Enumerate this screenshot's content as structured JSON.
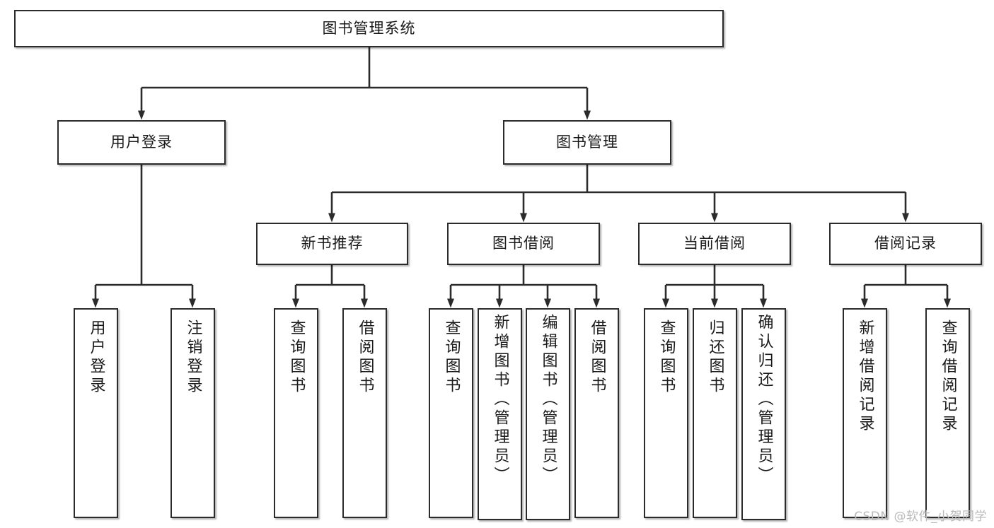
{
  "diagram": {
    "title": "图书管理系统",
    "type": "hierarchy-tree",
    "colors": {
      "box_border": "#2b2b2b",
      "box_fill": "#ffffff",
      "connector": "#2b2b2b",
      "background": "#ffffff",
      "watermark": "#b9b9b9"
    },
    "levels": {
      "root": {
        "label": "图书管理系统"
      },
      "level2": [
        {
          "label": "用户登录"
        },
        {
          "label": "图书管理"
        }
      ],
      "level3": [
        {
          "label": "新书推荐"
        },
        {
          "label": "图书借阅"
        },
        {
          "label": "当前借阅"
        },
        {
          "label": "借阅记录"
        }
      ],
      "leaves": [
        {
          "label": "用户登录",
          "parent": "用户登录"
        },
        {
          "label": "注销登录",
          "parent": "用户登录"
        },
        {
          "label": "查询图书",
          "parent": "新书推荐"
        },
        {
          "label": "借阅图书",
          "parent": "新书推荐"
        },
        {
          "label": "查询图书",
          "parent": "图书借阅"
        },
        {
          "label": "新增图书（管理员）",
          "parent": "图书借阅"
        },
        {
          "label": "编辑图书（管理员）",
          "parent": "图书借阅"
        },
        {
          "label": "借阅图书",
          "parent": "图书借阅"
        },
        {
          "label": "查询图书",
          "parent": "当前借阅"
        },
        {
          "label": "归还图书",
          "parent": "当前借阅"
        },
        {
          "label": "确认归还（管理员）",
          "parent": "当前借阅"
        },
        {
          "label": "新增借阅记录",
          "parent": "借阅记录"
        },
        {
          "label": "查询借阅记录",
          "parent": "借阅记录"
        }
      ]
    },
    "watermark": "CSDN @软件_小贺同学"
  }
}
